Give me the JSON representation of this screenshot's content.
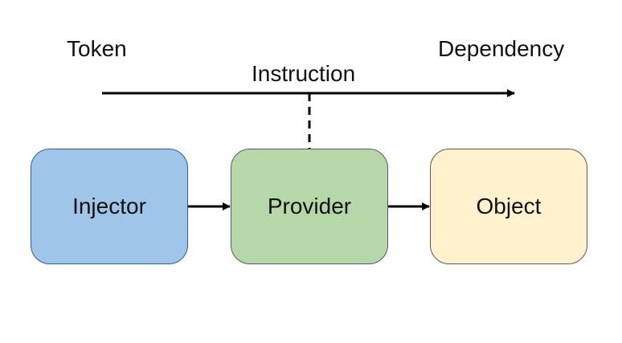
{
  "labels": {
    "token": "Token",
    "dependency": "Dependency",
    "instruction": "Instruction"
  },
  "boxes": {
    "injector": "Injector",
    "provider": "Provider",
    "object": "Object"
  },
  "colors": {
    "injector_fill": "#9fc5e8",
    "injector_border": "#2a5d9f",
    "provider_fill": "#b6d7a8",
    "object_fill": "#fff2cc",
    "stroke": "#000000"
  }
}
